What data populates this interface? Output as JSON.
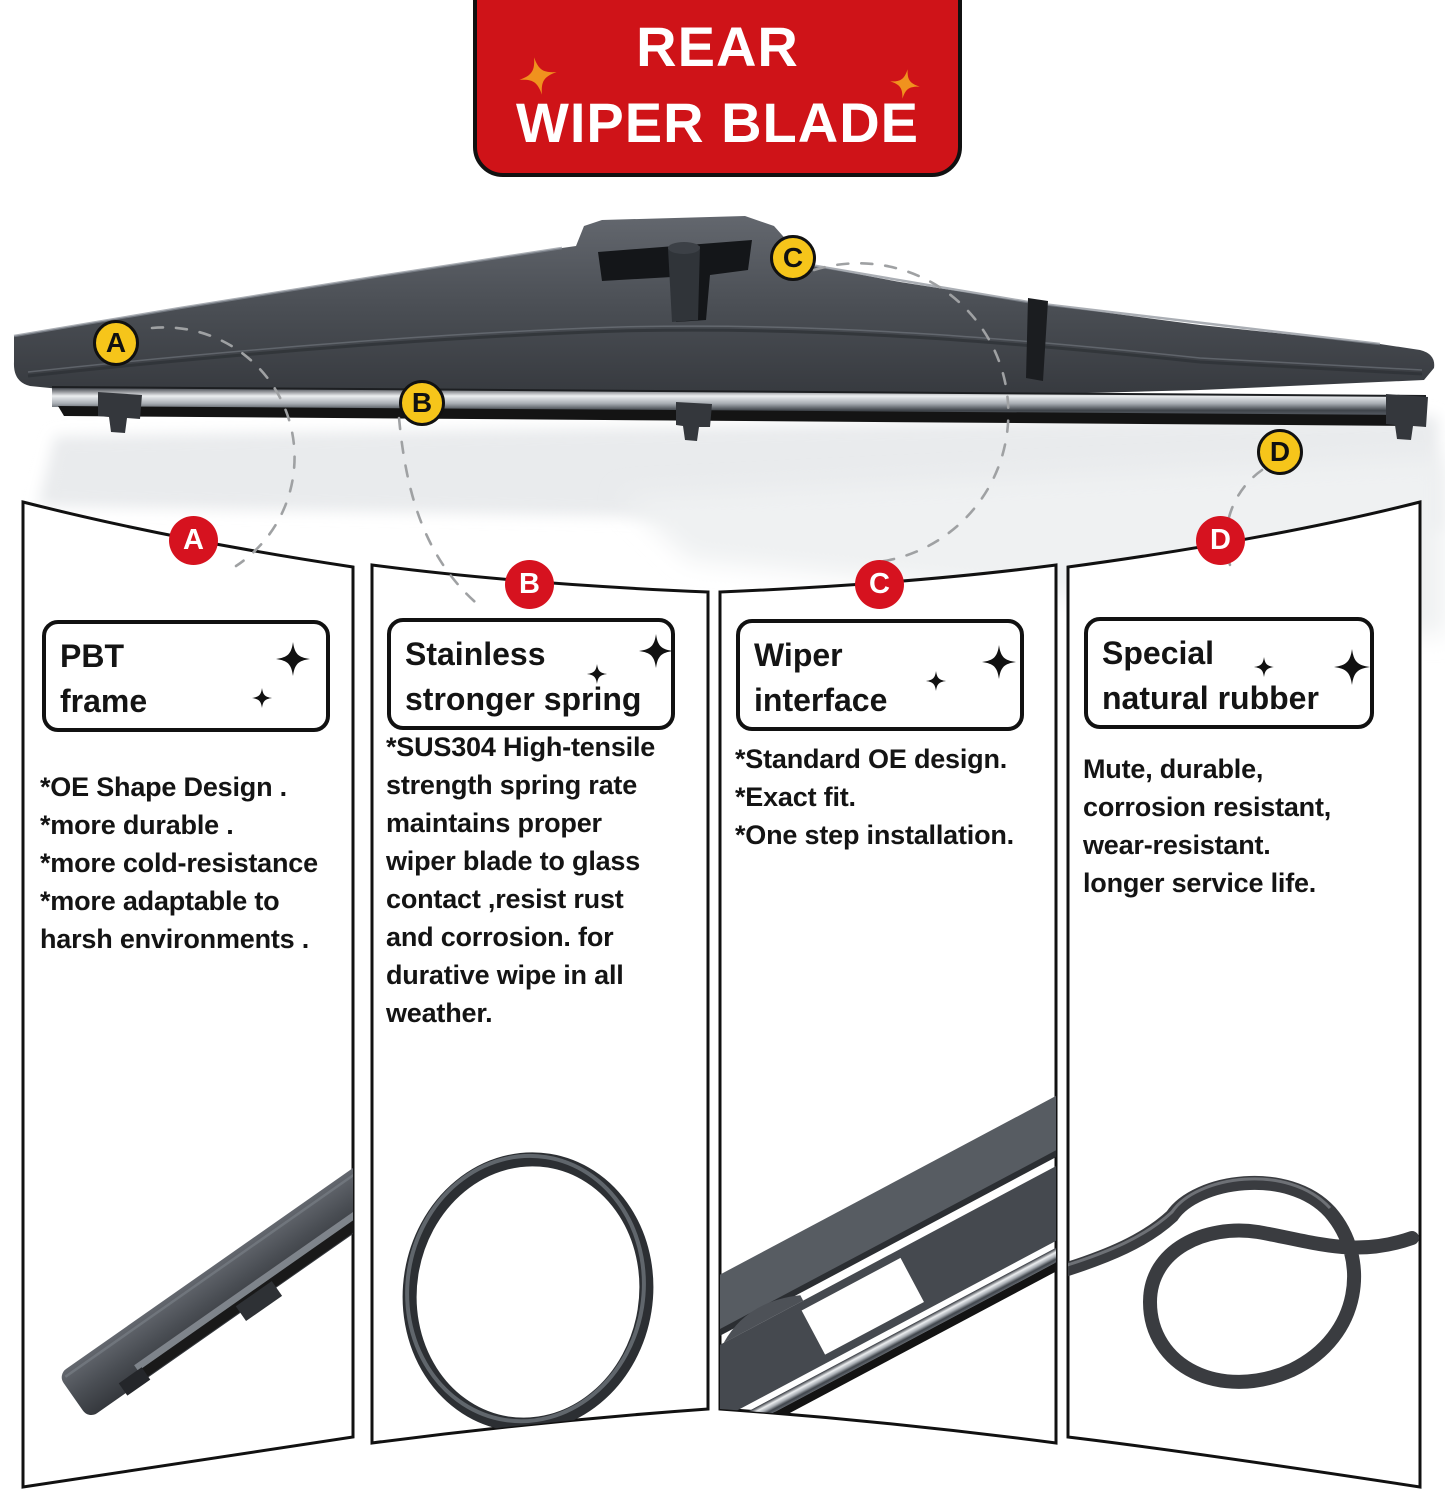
{
  "banner": {
    "line1": "REAR",
    "line2": "WIPER BLADE"
  },
  "blade_labels": [
    {
      "letter": "A"
    },
    {
      "letter": "B"
    },
    {
      "letter": "C"
    },
    {
      "letter": "D"
    }
  ],
  "panels": [
    {
      "letter": "A",
      "title": "PBT\nframe",
      "body": "*OE Shape Design .\n*more durable .\n*more cold-resistance\n*more adaptable to\nharsh environments .",
      "photo": "wiper-blade-tip-closeup"
    },
    {
      "letter": "B",
      "title": "Stainless\nstronger spring",
      "body": "*SUS304 High-tensile\nstrength spring rate\nmaintains proper\nwiper blade to glass\ncontact ,resist rust\nand corrosion. for\ndurative wipe in all\nweather.",
      "photo": "stainless-spring-band-loop"
    },
    {
      "letter": "C",
      "title": "Wiper\ninterface",
      "body": "*Standard OE design.\n*Exact fit.\n*One step installation.",
      "photo": "wiper-interface-closeup"
    },
    {
      "letter": "D",
      "title": "Special\nnatural rubber",
      "body": "Mute, durable,\ncorrosion resistant,\nwear-resistant.\nlonger service life.",
      "photo": "natural-rubber-strip-loop"
    }
  ],
  "icons": {
    "sparkle": "four-pointed-star"
  },
  "colors": {
    "banner_red": "#CF1318",
    "label_yellow": "#F6C51A",
    "label_red": "#D6121F",
    "sparkle_orange": "#F0921E"
  }
}
